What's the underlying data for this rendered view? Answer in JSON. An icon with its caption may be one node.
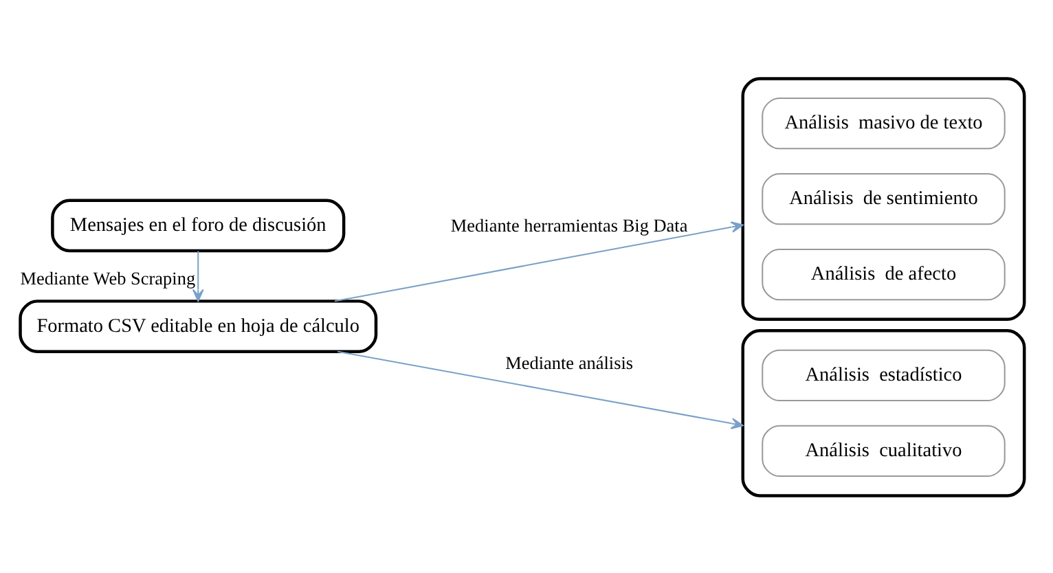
{
  "diagram": {
    "nodes": [
      {
        "text": [
          "Mensajes en el foro de discusión"
        ]
      },
      {
        "text": [
          "Formato CSV editable en hoja de cálculo"
        ]
      },
      {
        "text": [],
        "shape": "box"
      },
      {
        "text": [
          "Análisis  masivo de texto"
        ],
        "in": 2
      },
      {
        "text": [
          "Análisis  de sentimiento"
        ],
        "in": 2
      },
      {
        "text": [
          "Análisis  de afecto"
        ],
        "in": 2
      },
      {
        "text": [],
        "shape": "box"
      },
      {
        "text": [
          "Análisis  estadístico"
        ],
        "in": 6
      },
      {
        "text": [
          "Análisis  cualitativo"
        ],
        "in": 6
      }
    ],
    "edges": [
      {
        "from": 0,
        "to": 1,
        "arrow": "to",
        "label": "Mediante Web Scraping"
      },
      {
        "from": 1,
        "to": 2,
        "arrow": "to",
        "label": "Mediante herramientas Big Data"
      },
      {
        "from": 1,
        "to": 6,
        "arrow": "to",
        "label": "Mediante análisis"
      }
    ]
  }
}
